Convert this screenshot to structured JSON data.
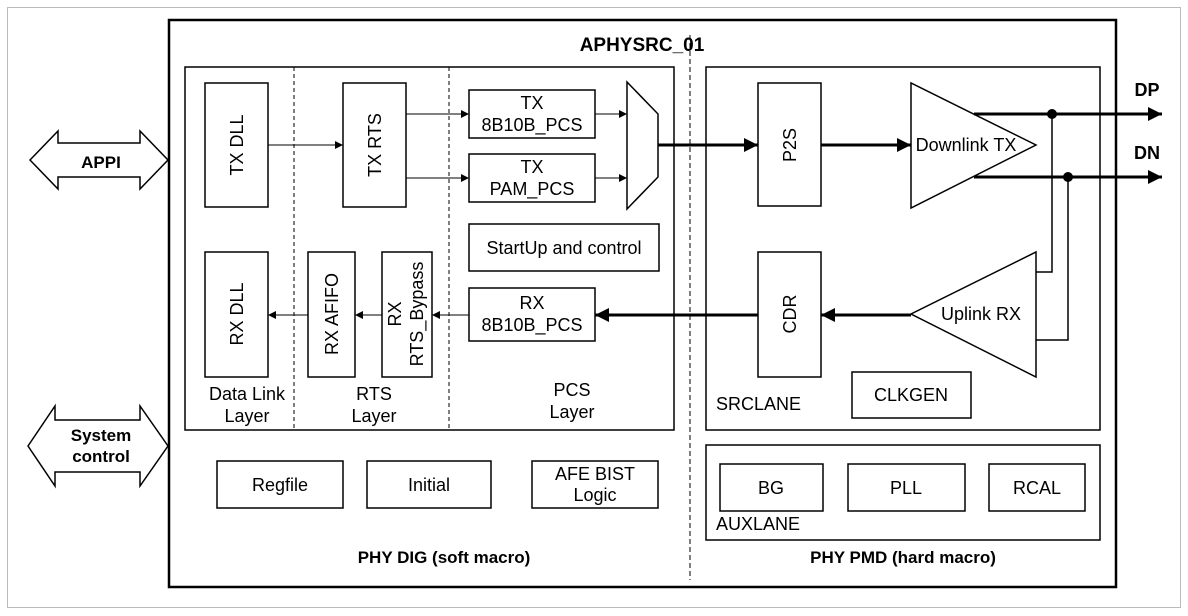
{
  "title": "APHYSRC_01",
  "external": {
    "appi": "APPI",
    "system_control": [
      "System",
      "control"
    ],
    "dp": "DP",
    "dn": "DN"
  },
  "phy_dig": {
    "caption": "PHY DIG (soft macro)",
    "blocks": {
      "tx_dll": "TX DLL",
      "tx_rts": "TX RTS",
      "tx_8b10b": [
        "TX",
        "8B10B_PCS"
      ],
      "tx_pam": [
        "TX",
        "PAM_PCS"
      ],
      "startup": "StartUp and control",
      "rx_dll": "RX DLL",
      "rx_afifo": "RX AFIFO",
      "rx_rts_bypass": [
        "RX",
        "RTS_Bypass"
      ],
      "rx_8b10b": [
        "RX",
        "8B10B_PCS"
      ],
      "regfile": "Regfile",
      "initial": "Initial",
      "afe_bist": [
        "AFE BIST",
        "Logic"
      ]
    },
    "layers": {
      "data_link": [
        "Data Link",
        "Layer"
      ],
      "rts": [
        "RTS",
        "Layer"
      ],
      "pcs": [
        "PCS",
        "Layer"
      ]
    }
  },
  "phy_pmd": {
    "caption": "PHY PMD (hard macro)",
    "srclane": {
      "label": "SRCLANE",
      "p2s": "P2S",
      "downlink_tx": "Downlink TX",
      "cdr": "CDR",
      "uplink_rx": "Uplink RX",
      "clkgen": "CLKGEN"
    },
    "auxlane": {
      "label": "AUXLANE",
      "bg": "BG",
      "pll": "PLL",
      "rcal": "RCAL"
    }
  }
}
